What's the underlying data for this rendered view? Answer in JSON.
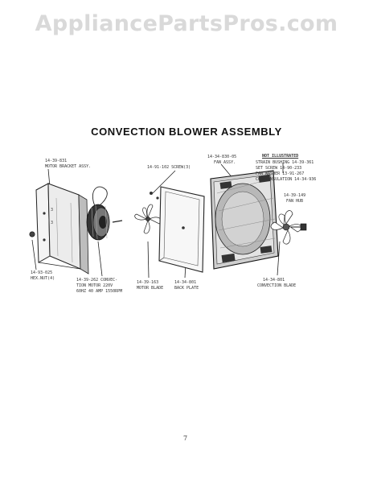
{
  "watermark": "AppliancePartsPros.com",
  "title": "CONVECTION BLOWER ASSEMBLY",
  "labels": {
    "motor_bracket_pn": "14-39-831",
    "motor_bracket_name": "MOTOR BRACKET ASSY.",
    "screw": "14-91-102 SCREW(3)",
    "fan_assy_pn": "14-34-830-05",
    "fan_assy_name": "FAN ASSY.",
    "not_illustrated": "NOT ILLUSTRATED",
    "strain_bushing": "STRAIN BUSHING 14-39-361",
    "set_screw": "SET SCREW 14-90-233",
    "fan_washer": "FAN WASHER 13-91-267",
    "conv_insulation": "CONV.INSULATION 14-34-936",
    "fan_hub_pn": "14-39-149",
    "fan_hub_name": "FAN HUB",
    "hex_nut_pn": "14-93-025",
    "hex_nut_name": "HEX.NUT(4)",
    "motor_line1": "14-39-262 CONVEC-",
    "motor_line2": "TION MOTOR 220V",
    "motor_line3": "60HZ 40 AMP 1550RPM",
    "motor_blade_pn": "14-39-163",
    "motor_blade_name": "MOTOR BLADE",
    "back_plate_pn": "14-34-801",
    "back_plate_name": "BACK PLATE",
    "conv_blade_pn": "14-34-801",
    "conv_blade_name": "CONVECTION BLADE"
  },
  "page_number": "7"
}
